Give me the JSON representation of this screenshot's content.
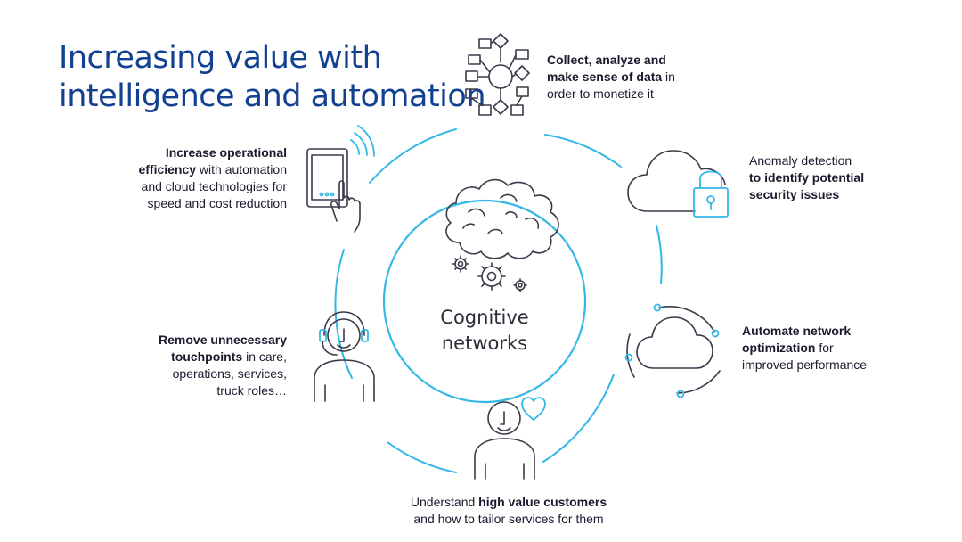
{
  "title": {
    "line1": "Increasing value with",
    "line2": "intelligence and automation"
  },
  "center": {
    "line1": "Cognitive",
    "line2": "networks",
    "icon": "brain-cloud-gears-icon"
  },
  "items": {
    "data": {
      "bold1": "Collect, analyze and",
      "bold2": "make sense of data",
      "rest2": " in",
      "rest3": "order to monetize it",
      "icon": "flowchart-icon"
    },
    "security": {
      "rest1": "Anomaly detection",
      "bold2": "to identify potential",
      "bold3": "security issues",
      "icon": "cloud-lock-icon"
    },
    "optimization": {
      "bold1": "Automate network",
      "bold2": "optimization",
      "rest2": " for",
      "rest3": "improved performance",
      "icon": "cloud-cycle-icon"
    },
    "customers": {
      "rest1": "Understand ",
      "bold1": "high value customers",
      "rest2": "and how to tailor services for them",
      "icon": "person-heart-icon"
    },
    "touchpoints": {
      "bold1": "Remove unnecessary",
      "bold2": "touchpoints",
      "rest2": " in care,",
      "rest3": "operations, services,",
      "rest4": "truck roles…",
      "icon": "headset-agent-icon"
    },
    "efficiency": {
      "bold1": "Increase operational",
      "bold2": "efficiency",
      "rest2": " with automation",
      "rest3": "and cloud technologies for",
      "rest4": "speed and cost reduction",
      "icon": "tablet-touch-icon"
    }
  },
  "colors": {
    "title": "#124191",
    "ring": "#33b8e6",
    "icon_stroke": "#3a3a4a"
  }
}
